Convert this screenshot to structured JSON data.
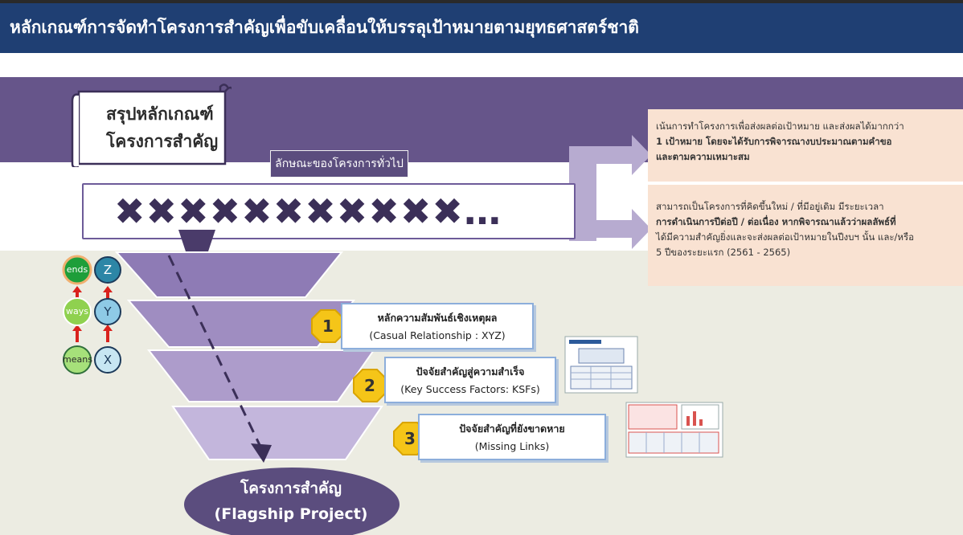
{
  "title": "หลักเกณฑ์การจัดทำโครงการสำคัญเพื่อขับเคลื่อนให้บรรลุเป้าหมายตามยุทธศาสตร์ชาติ",
  "scroll": {
    "line1": "สรุปหลักเกณฑ์",
    "line2": "โครงการสำคัญ"
  },
  "general_label": "ลักษณะของโครงการทั่วไป",
  "x_pattern": "✖✖✖✖✖✖✖✖✖✖✖…",
  "notes": [
    {
      "line1": "เน้นการทำโครงการเพื่อส่งผลต่อเป้าหมาย และส่งผลได้มากกว่า",
      "line2": "1 เป้าหมาย โดยจะได้รับการพิจารณางบประมาณตามคำขอ",
      "line3": "และตามความเหมาะสม"
    },
    {
      "line1": "สามารถเป็นโครงการที่คิดขึ้นใหม่ / ที่มีอยู่เดิม มีระยะเวลา",
      "line2": "การดำเนินการปีต่อปี / ต่อเนื่อง หากพิจารณาแล้วว่าผลลัพธ์ที่",
      "line3": "ได้มีความสำคัญยิ่งและจะส่งผลต่อเป้าหมายในปีงบฯ นั้น และ/หรือ",
      "line4": "5 ปีของระยะแรก (2561 - 2565)"
    }
  ],
  "factors": [
    {
      "num": "1",
      "th": "หลักความสัมพันธ์เชิงเหตุผล",
      "en": "(Casual Relationship : XYZ)"
    },
    {
      "num": "2",
      "th": "ปัจจัยสำคัญสู่ความสำเร็จ",
      "en": "(Key Success Factors: KSFs)"
    },
    {
      "num": "3",
      "th": "ปัจจัยสำคัญที่ยังขาดหาย",
      "en": "(Missing Links)"
    }
  ],
  "flagship": {
    "line1": "โครงการสำคัญ",
    "line2": "(Flagship Project)"
  },
  "logic_chain": {
    "green": [
      "ends",
      "ways",
      "means"
    ],
    "blue": [
      "Z",
      "Y",
      "X"
    ]
  },
  "colors": {
    "title_bar": "#1f3f73",
    "purple_band": "#66558a",
    "funnel": "#8e7bb5",
    "note_bg": "#f9e2d2",
    "badge": "#f5c518"
  }
}
